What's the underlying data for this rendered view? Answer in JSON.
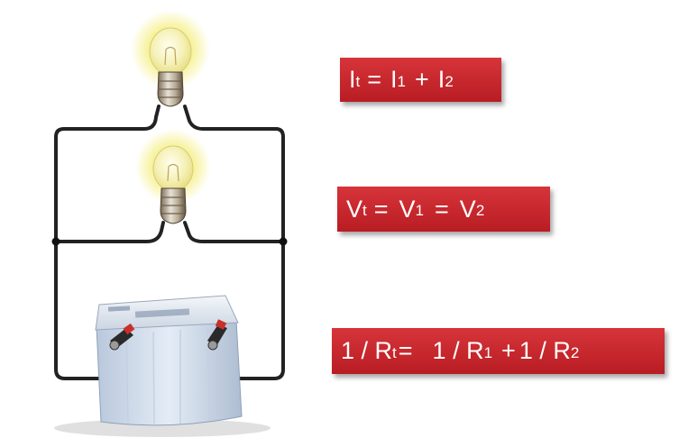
{
  "formulas": {
    "current": {
      "total": "I",
      "total_sub": "t",
      "eq": "=",
      "a": "I",
      "a_sub": "1",
      "op": "+",
      "b": "I",
      "b_sub": "2"
    },
    "voltage": {
      "total": "V",
      "total_sub": "t",
      "eq": "=",
      "a": "V",
      "a_sub": "1",
      "op": "=",
      "b": "V",
      "b_sub": "2"
    },
    "resistance": {
      "total": "1 / R",
      "total_sub": "t",
      "eq": "=",
      "a": "1 / R",
      "a_sub": "1",
      "op": "+",
      "b": "1 / R",
      "b_sub": "2"
    }
  },
  "colors": {
    "formula_box": "#c8262c",
    "formula_text": "#ffffff",
    "wire": "#222222",
    "bulb_glow": "#f4ee7a"
  },
  "circuit": {
    "components": [
      "light-bulb",
      "light-bulb",
      "car-battery"
    ],
    "connection": "parallel"
  }
}
